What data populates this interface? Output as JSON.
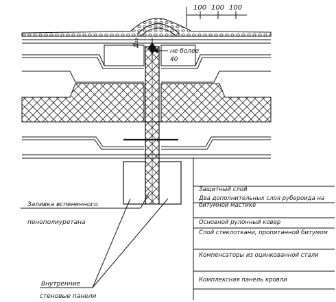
{
  "dimensions": {
    "dim_1": "100",
    "dim_2": "100",
    "dim_3": "100"
  },
  "joint_labels": {
    "label_a": "Д₁₃",
    "label_b": "не более",
    "label_c": "40"
  },
  "left_labels": {
    "foam_fill_1": "Заливка вспененного",
    "foam_fill_2": "пенополиуретана",
    "inner_panels_1": "Внутренние",
    "inner_panels_2": "стеновые панели"
  },
  "legend": [
    "Защитный слой",
    "Два дополнительных слоя рубероида на битумной мастике",
    "Основной рулонный ковер",
    "Слой стеклоткани, пропитанной битумом",
    "Компенсаторы из оцинкованной стали",
    "Комплексная панель кровли"
  ]
}
